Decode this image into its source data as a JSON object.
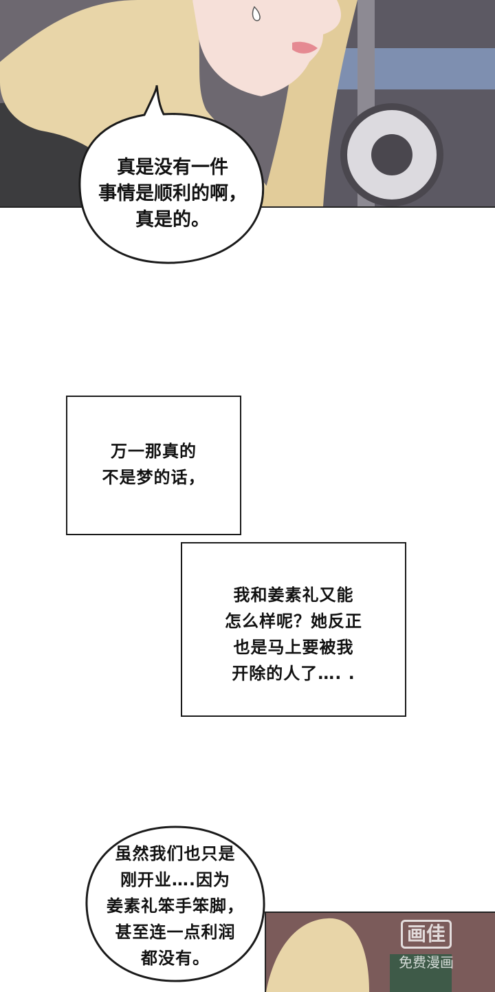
{
  "panels": {
    "top_bubble": {
      "lines": "真是没有一件\n事情是顺利的啊，\n真是的。"
    },
    "narration_1": {
      "lines": "万一那真的\n不是梦的话，"
    },
    "narration_2": {
      "lines": "我和姜素礼又能\n怎么样呢？她反正\n也是马上要被我\n开除的人了…. ."
    },
    "bottom_bubble": {
      "lines": "虽然我们也只是\n刚开业….因为\n姜素礼笨手笨脚，\n甚至连一点利润\n都没有。"
    }
  },
  "watermark": {
    "logo": "画佳",
    "caption": "免费漫画"
  },
  "colors": {
    "hair": "#e8d5a8",
    "skin": "#f6e0d9",
    "suit": "#3c3c3e",
    "background_scene": "#6f6a6f",
    "bottom_scene": "#7b5b5a"
  }
}
